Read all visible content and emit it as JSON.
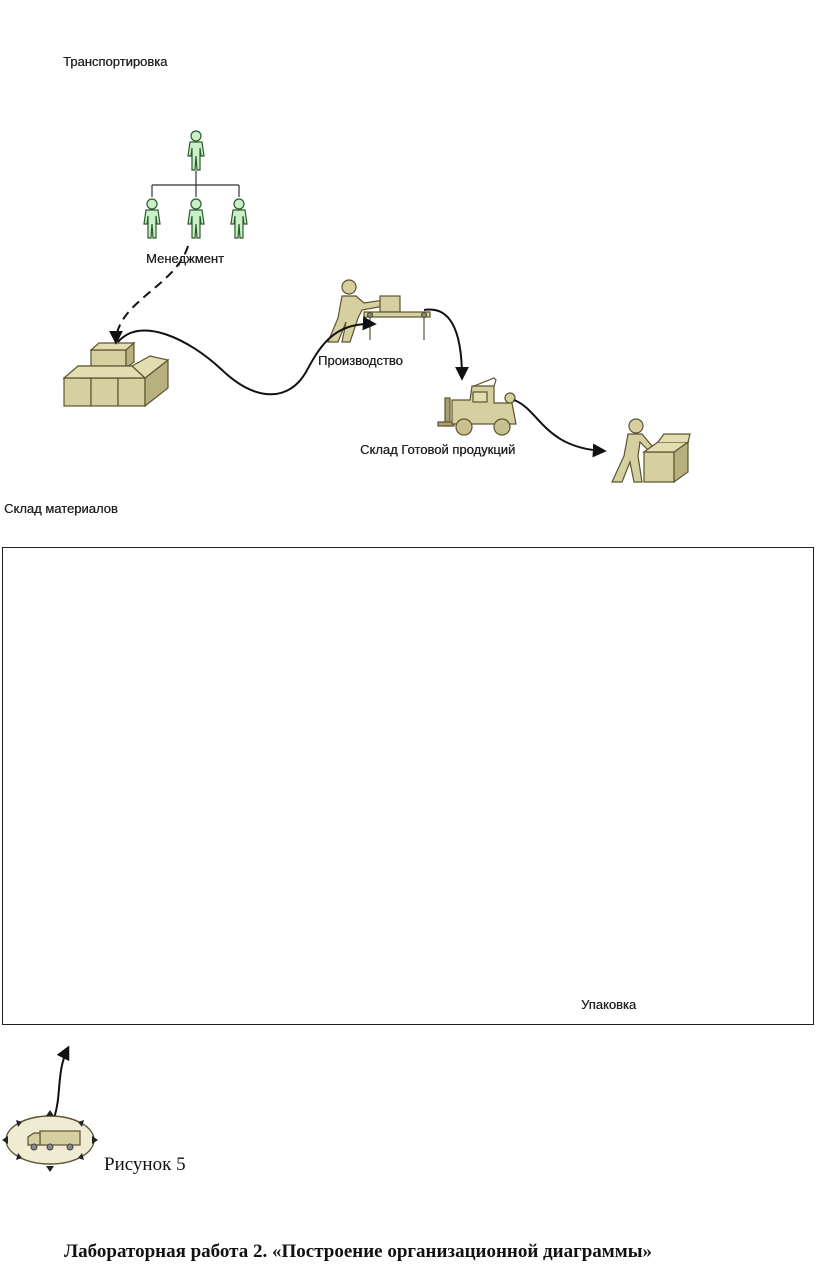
{
  "labels": {
    "transport": "Транспортировка",
    "management": "Менеджмент",
    "production": "Производство",
    "finished_goods_warehouse": "Склад Готовой продукций",
    "materials_warehouse": "Склад материалов",
    "packing": "Упаковка"
  },
  "caption": "Рисунок 5",
  "heading": "Лабораторная работа 2. «Построение организационной диаграммы»",
  "colors": {
    "figure_fill": "#c9f0c9",
    "figure_stroke": "#2d5a2d",
    "box_fill": "#d6cfa0",
    "box_stroke": "#5a5430",
    "line": "#111111"
  },
  "icons": [
    "org-chart-icon",
    "boxes-icon",
    "worker-conveyor-icon",
    "forklift-icon",
    "worker-box-icon",
    "truck-icon"
  ]
}
